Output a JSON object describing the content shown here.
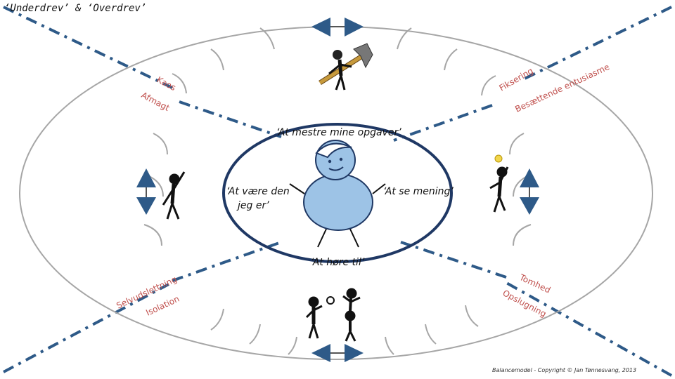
{
  "title": "‘Underdrev’ & ‘Overdrev’",
  "center": {
    "top": "‘At mestre mine opgaver’",
    "left_line1": "‘At være den",
    "left_line2": "jeg er’",
    "right": "‘At se mening’",
    "bottom": "‘At høre til’"
  },
  "sides": {
    "top_left_1": "Kaos",
    "top_left_2": "Afmagt",
    "top_right_1": "Fiksering",
    "top_right_2": "Besættende entusiasme",
    "bottom_left_1": "Selvudslettning",
    "bottom_left_2": "Isolation",
    "bottom_right_1": "Tomhed",
    "bottom_right_2": "Opslugning"
  },
  "credit": "Balancemodel - Copyright © Jan Tønnesvang, 2013",
  "colors": {
    "arrow": "#2e5a88",
    "figure_fill": "#9dc3e6",
    "figure_stroke": "#1f3864",
    "ring": "#a6a6a6",
    "dash": "#2e5a88",
    "side_text": "#c0504d"
  },
  "icons": [
    "hammer-figure",
    "waving-figure",
    "lightbulb-figure",
    "group-figures"
  ]
}
